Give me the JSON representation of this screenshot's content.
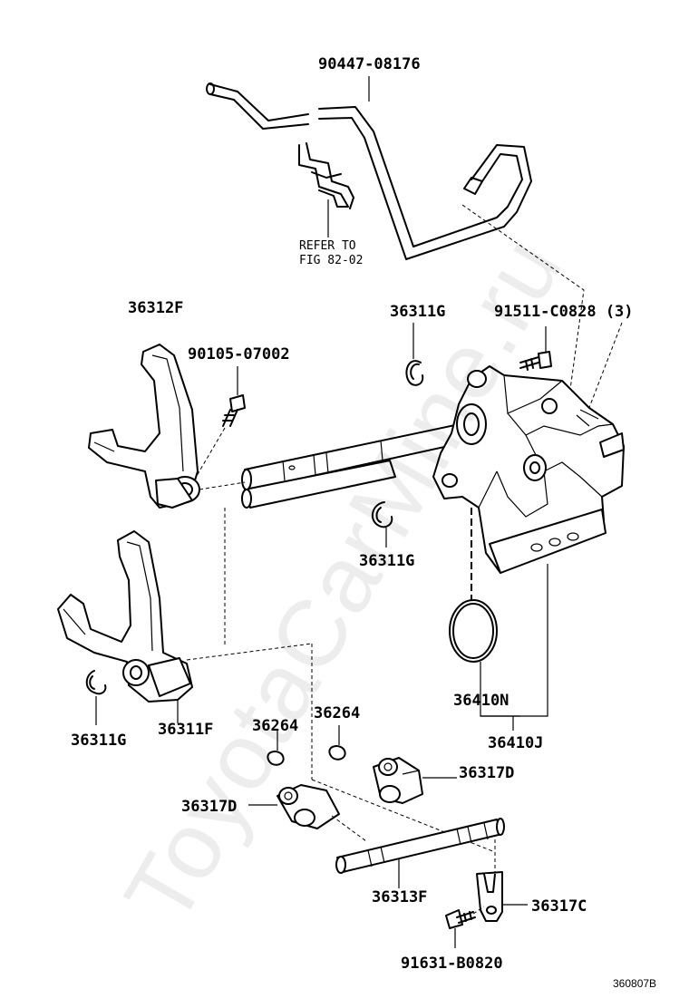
{
  "labels": {
    "pipe": "90447-08176",
    "refer_line1": "REFER TO",
    "refer_line2": "FIG 82-02",
    "fork_f": "36312F",
    "bolt_fork": "90105-07002",
    "ring_g_top": "36311G",
    "bolt_housing": "91511-C0828 (3)",
    "ring_g_mid": "36311G",
    "ring_g_left": "36311G",
    "fork_head": "36311F",
    "ball_left": "36264",
    "ball_right": "36264",
    "head_d_right": "36317D",
    "head_d_left": "36317D",
    "o_ring": "36410N",
    "housing_assy": "36410J",
    "shaft": "36313F",
    "head_c": "36317C",
    "bolt_head": "91631-B0820"
  },
  "watermark": "ToyotaCarMine.ru",
  "diagram_code": "360807B"
}
